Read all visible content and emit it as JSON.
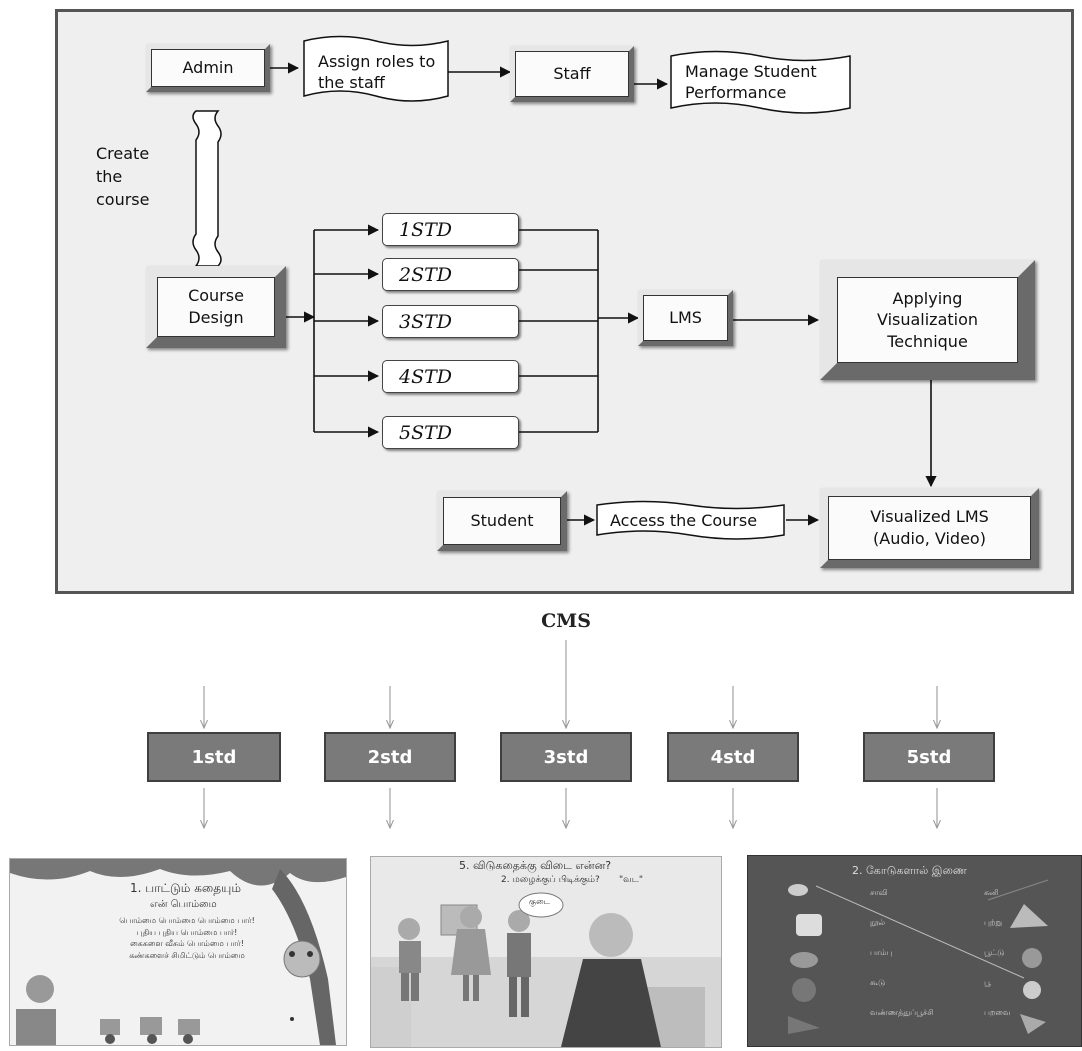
{
  "flow": {
    "admin": "Admin",
    "assign": [
      "Assign roles to",
      "the staff"
    ],
    "staff": "Staff",
    "manage": [
      "Manage Student",
      "Performance"
    ],
    "create": [
      "Create",
      "the",
      "course"
    ],
    "course_design": [
      "Course",
      "Design"
    ],
    "std_items": [
      "1STD",
      "2STD",
      "3STD",
      "4STD",
      "5STD"
    ],
    "lms": "LMS",
    "applying": [
      "Applying",
      "Visualization",
      "Technique"
    ],
    "student": "Student",
    "access": "Access the Course",
    "visualized": [
      "Visualized LMS",
      "(Audio, Video)"
    ]
  },
  "cms": {
    "title": "CMS",
    "boxes": [
      "1std",
      "2std",
      "3std",
      "4std",
      "5std"
    ]
  },
  "screens": {
    "left": {
      "heading": "1. பாட்டும் கதையும்",
      "subheading": "என் பொம்மை",
      "lines": [
        "பொம்மை பொம்மை பொம்மை பார்!",
        "புதிய புதிய பொம்மை பார்!",
        "கைகளை வீசும் பொம்மை பார்!",
        "கண்களைச் சிமிட்டும் பொம்மை"
      ]
    },
    "middle": {
      "heading": "5. விடுகதைக்கு விடை என்ன?",
      "question": "2. மழைக்குப் பிடிக்கும்?",
      "bubble": "குடை",
      "quote": "\"வட\""
    },
    "right": {
      "heading": "2. கோடுகளால் இணை",
      "left_words": [
        "சாவி",
        "நூல்",
        "பாம்பு",
        "கூடு",
        "வண்ணத்துப்பூச்சி"
      ],
      "right_words": [
        "கனி",
        "புற்று",
        "பூட்டு",
        "பூ",
        "பறவை"
      ]
    }
  },
  "colors": {
    "panel_bg": "#efefef",
    "cms_box": "#7a7a7a",
    "screen_dark": "#555555"
  }
}
